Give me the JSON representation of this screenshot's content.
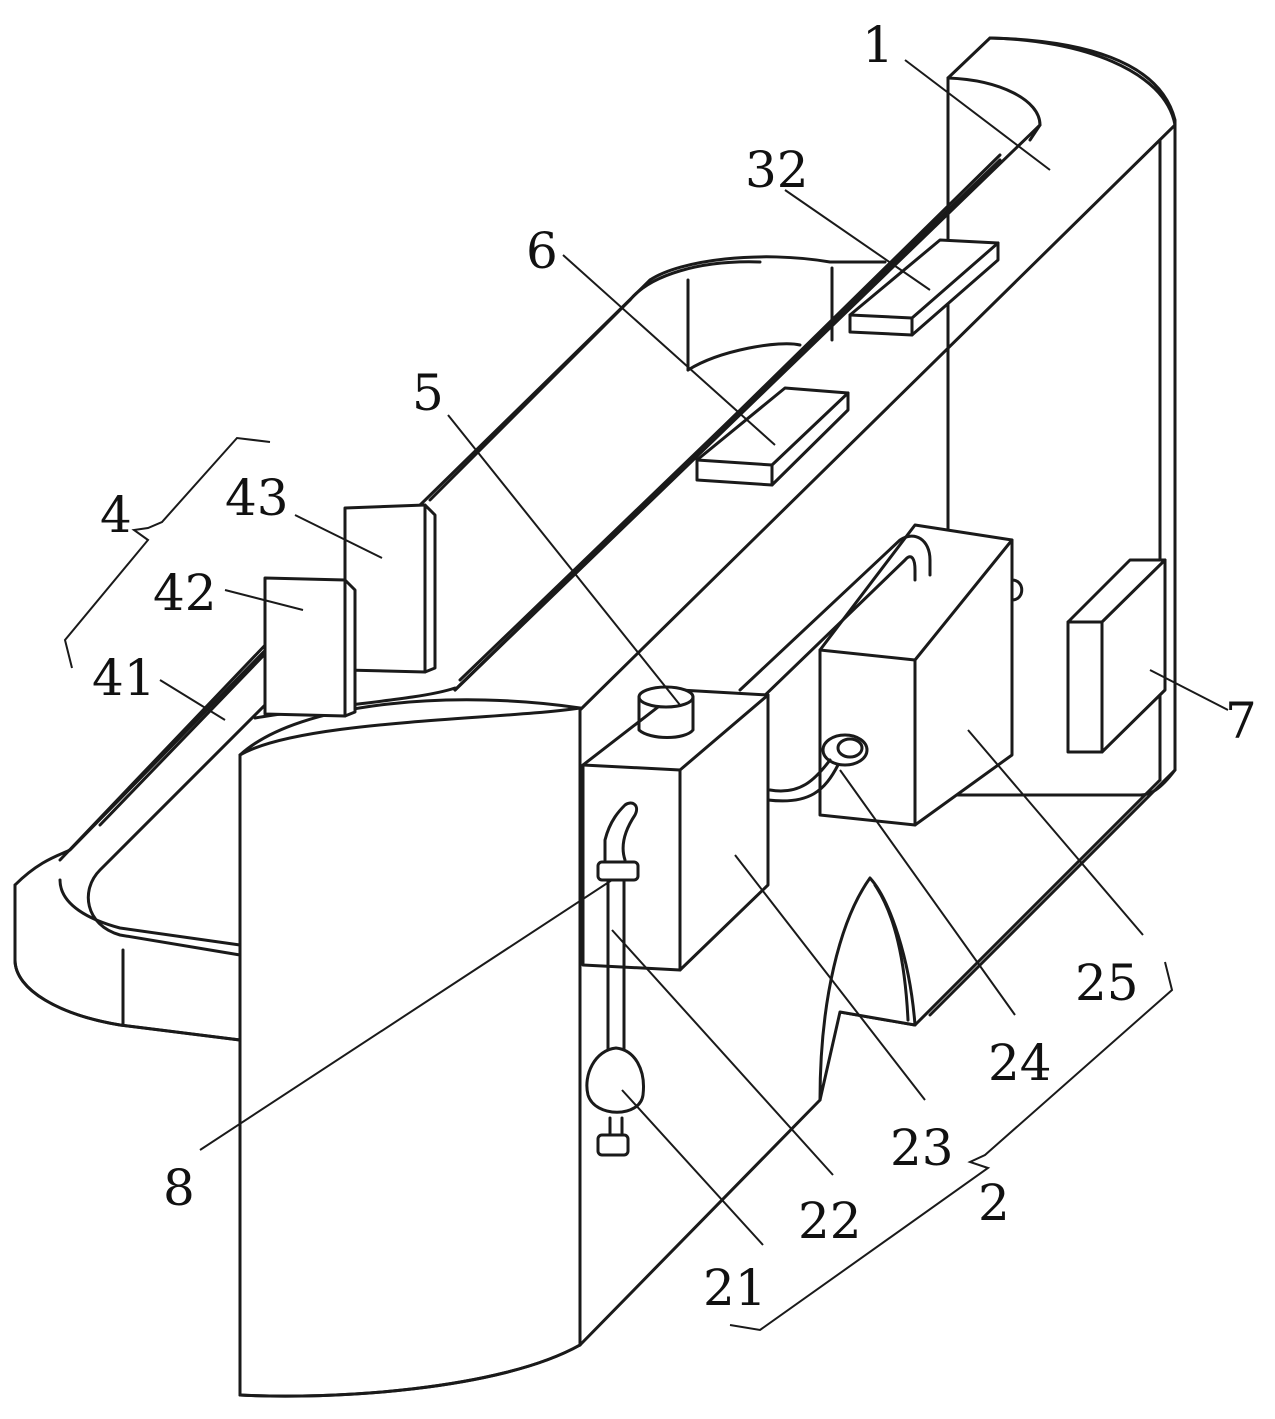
{
  "labels": {
    "l1": "1",
    "l2": "2",
    "l4": "4",
    "l5": "5",
    "l6": "6",
    "l7": "7",
    "l8": "8",
    "l21": "21",
    "l22": "22",
    "l23": "23",
    "l24": "24",
    "l25": "25",
    "l32": "32",
    "l41": "41",
    "l42": "42",
    "l43": "43"
  }
}
